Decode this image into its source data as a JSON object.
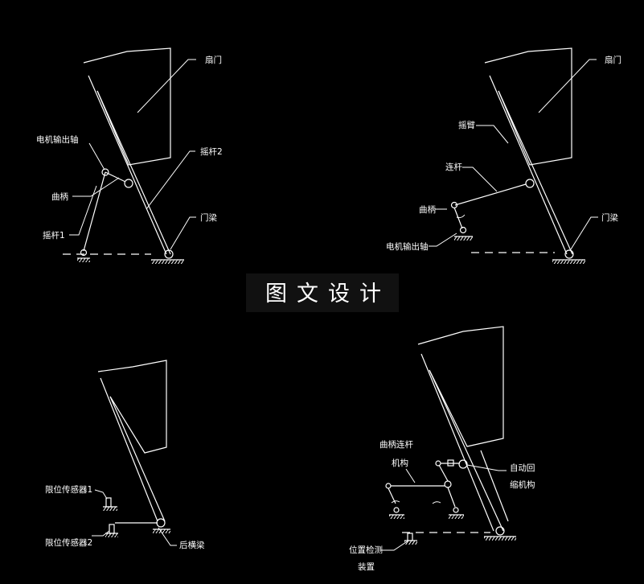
{
  "watermark": "图文设计",
  "diagrams": {
    "top_left": {
      "labels": {
        "door": "扇门",
        "motor_shaft": "电机输出轴",
        "crank": "曲柄",
        "rocker1": "摇杆1",
        "rocker2": "摇杆2",
        "door_frame": "门梁"
      }
    },
    "top_right": {
      "labels": {
        "door": "扇门",
        "rocker_arm": "摇臂",
        "connecting_rod": "连杆",
        "crank": "曲柄",
        "motor_shaft": "电机输出轴",
        "door_frame": "门梁"
      }
    },
    "bottom_left": {
      "labels": {
        "limit_sensor1": "限位传感器1",
        "limit_sensor2": "限位传感器2",
        "rear_beam": "后横梁"
      }
    },
    "bottom_right": {
      "labels": {
        "crank_linkage_line1": "曲柄连杆",
        "crank_linkage_line2": "机构",
        "auto_return_line1": "自动回",
        "auto_return_line2": "缩机构",
        "position_detect_line1": "位置检测",
        "position_detect_line2": "装置"
      }
    }
  }
}
